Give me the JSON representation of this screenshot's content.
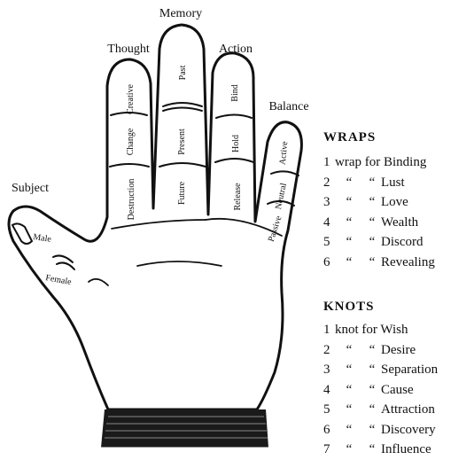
{
  "fingers": {
    "thumb": {
      "title": "Subject",
      "segments": [
        "Male",
        "Female"
      ]
    },
    "index": {
      "title": "Thought",
      "segments": [
        "Creative",
        "Change",
        "Destruction"
      ]
    },
    "middle": {
      "title": "Memory",
      "segments": [
        "Past",
        "Present",
        "Future"
      ]
    },
    "ring": {
      "title": "Action",
      "segments": [
        "Bind",
        "Hold",
        "Release"
      ]
    },
    "little": {
      "title": "Balance",
      "segments": [
        "Active",
        "Neutral",
        "Passive"
      ]
    }
  },
  "wraps": {
    "heading": "WRAPS",
    "first": {
      "num": "1",
      "text": "wrap for Binding"
    },
    "rows": [
      {
        "num": "2",
        "q1": "“",
        "q2": "“",
        "text": "Lust"
      },
      {
        "num": "3",
        "q1": "“",
        "q2": "“",
        "text": "Love"
      },
      {
        "num": "4",
        "q1": "“",
        "q2": "“",
        "text": "Wealth"
      },
      {
        "num": "5",
        "q1": "“",
        "q2": "“",
        "text": "Discord"
      },
      {
        "num": "6",
        "q1": "“",
        "q2": "“",
        "text": "Revealing"
      }
    ]
  },
  "knots": {
    "heading": "KNOTS",
    "first": {
      "num": "1",
      "text": "knot for Wish"
    },
    "rows": [
      {
        "num": "2",
        "q1": "“",
        "q2": "“",
        "text": "Desire"
      },
      {
        "num": "3",
        "q1": "“",
        "q2": "“",
        "text": "Separation"
      },
      {
        "num": "4",
        "q1": "“",
        "q2": "“",
        "text": "Cause"
      },
      {
        "num": "5",
        "q1": "“",
        "q2": "“",
        "text": "Attraction"
      },
      {
        "num": "6",
        "q1": "“",
        "q2": "“",
        "text": "Discovery"
      },
      {
        "num": "7",
        "q1": "“",
        "q2": "“",
        "text": "Influence"
      }
    ]
  }
}
